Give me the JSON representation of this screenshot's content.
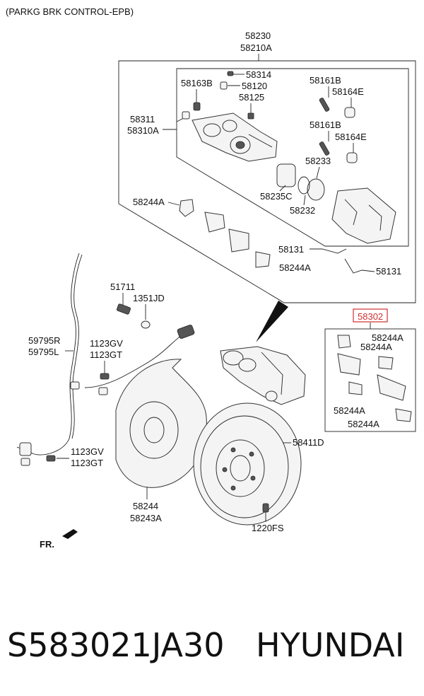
{
  "title": "(PARKG BRK CONTROL-EPB)",
  "labels": {
    "p58230": "58230",
    "p58210A": "58210A",
    "p58314": "58314",
    "p58163B": "58163B",
    "p58120": "58120",
    "p58125": "58125",
    "p58161B_a": "58161B",
    "p58164E_a": "58164E",
    "p58311": "58311",
    "p58310A": "58310A",
    "p58161B_b": "58161B",
    "p58164E_b": "58164E",
    "p58233": "58233",
    "p58235C": "58235C",
    "p58232": "58232",
    "p58244A_1": "58244A",
    "p58131_a": "58131",
    "p58244A_2": "58244A",
    "p58131_b": "58131",
    "p51711": "51711",
    "p1351JD": "1351JD",
    "p58302": "58302",
    "p59795R": "59795R",
    "p59795L": "59795L",
    "p1123GV_a": "1123GV",
    "p1123GT_a": "1123GT",
    "p58244A_3": "58244A",
    "p58244A_4": "58244A",
    "p58244A_5": "58244A",
    "p58244A_6": "58244A",
    "p58411D": "58411D",
    "p1123GV_b": "1123GV",
    "p1123GT_b": "1123GT",
    "p58244": "58244",
    "p58243A": "58243A",
    "p1220FS": "1220FS",
    "fr": "FR."
  },
  "footer": {
    "part_number": "S583021JA30",
    "brand": "HYUNDAI"
  },
  "colors": {
    "highlight": "#d03030",
    "line": "#222222"
  }
}
